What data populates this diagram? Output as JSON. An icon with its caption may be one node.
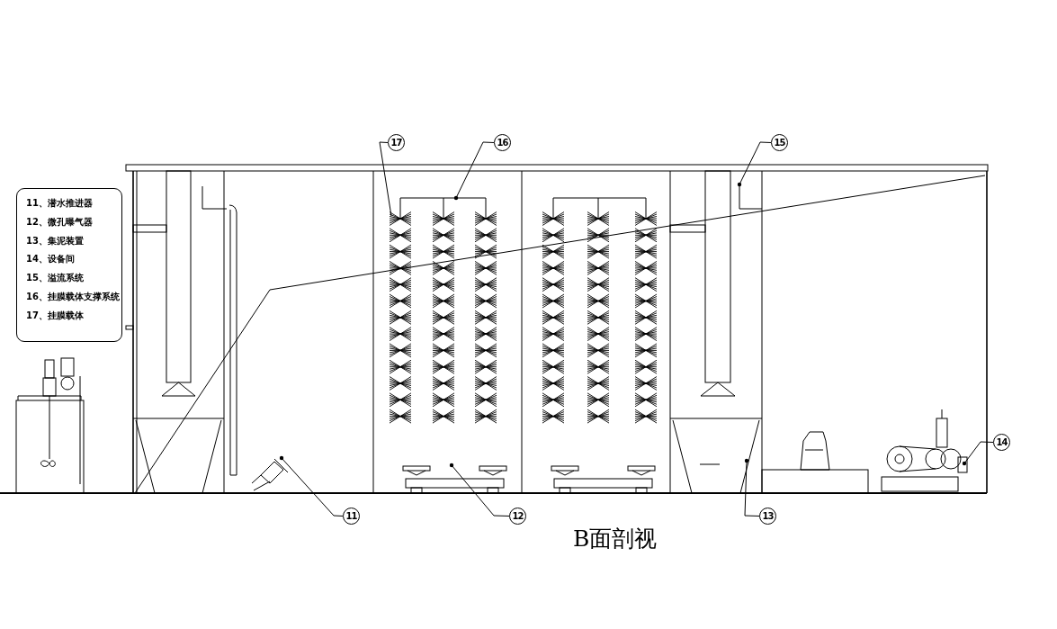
{
  "diagram": {
    "caption": "B面剖视",
    "nodes": [
      {
        "text": [
          "11、潜水推进器",
          "12、微孔曝气器",
          "13、集泥装置",
          "14、设备间",
          "15、溢流系统",
          "16、挂膜载体支撑系统",
          "17、挂膜载体"
        ]
      },
      {
        "text": [
          "11"
        ]
      },
      {
        "text": [
          "12"
        ]
      },
      {
        "text": [
          "13"
        ]
      },
      {
        "text": [
          "14"
        ]
      },
      {
        "text": [
          "15"
        ]
      },
      {
        "text": [
          "16"
        ]
      },
      {
        "text": [
          "17"
        ]
      }
    ],
    "edges": [
      {
        "from": 1,
        "to": null,
        "arrow": "other"
      },
      {
        "from": 2,
        "to": null,
        "arrow": "other"
      },
      {
        "from": 3,
        "to": null,
        "arrow": "other"
      },
      {
        "from": 4,
        "to": null,
        "arrow": "other"
      },
      {
        "from": 5,
        "to": null,
        "arrow": "other"
      },
      {
        "from": 6,
        "to": null,
        "arrow": "other"
      },
      {
        "from": 7,
        "to": null,
        "arrow": "none"
      }
    ]
  }
}
